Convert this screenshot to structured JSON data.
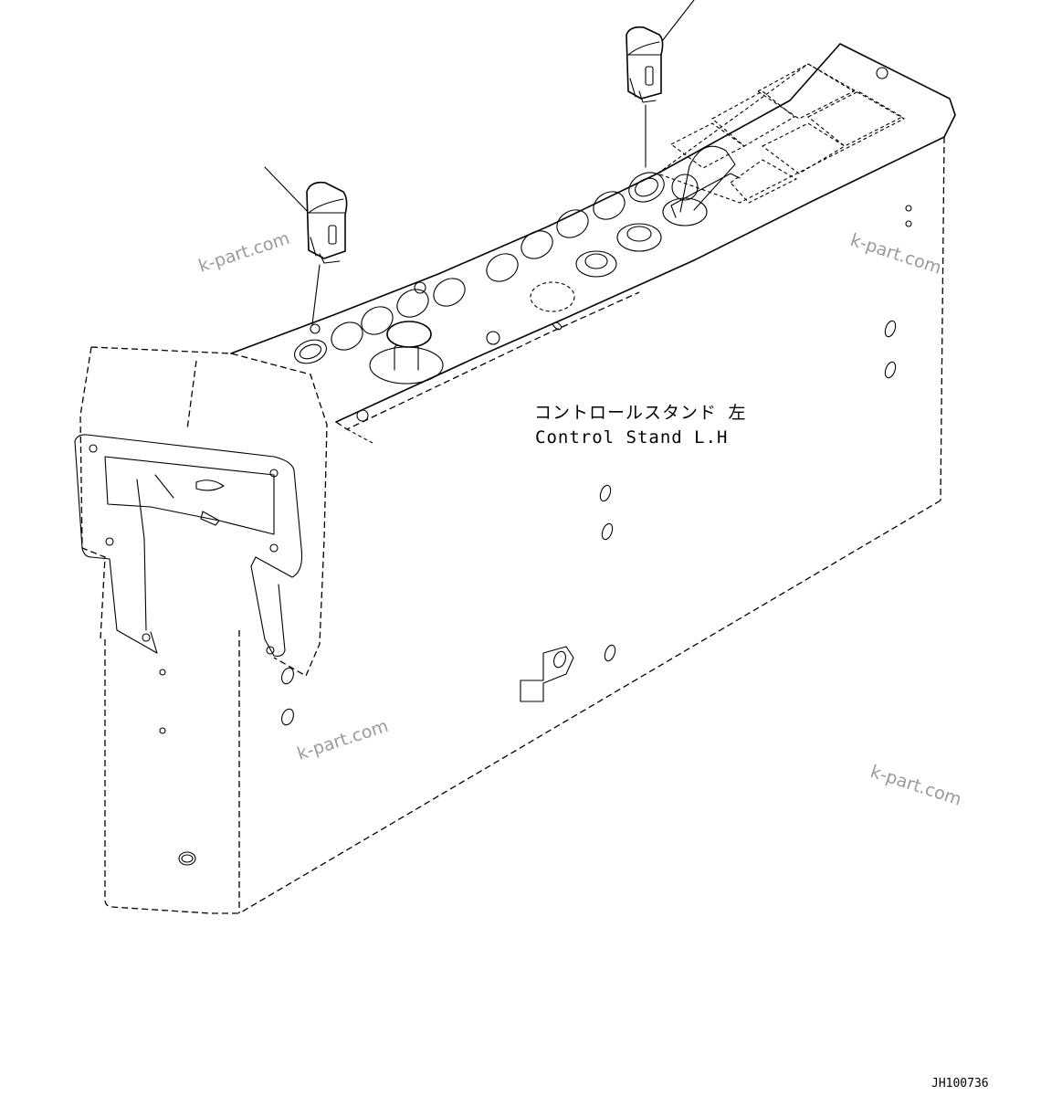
{
  "label": {
    "jp": "コントロールスタンド 左",
    "en": "Control Stand L.H"
  },
  "watermarks": [
    "k-part.com",
    "k-part.com",
    "k-part.com",
    "k-part.com"
  ],
  "drawing_code": "JH100736",
  "parts": [
    {
      "name": "rocker-switch-left"
    },
    {
      "name": "rocker-switch-right"
    }
  ]
}
